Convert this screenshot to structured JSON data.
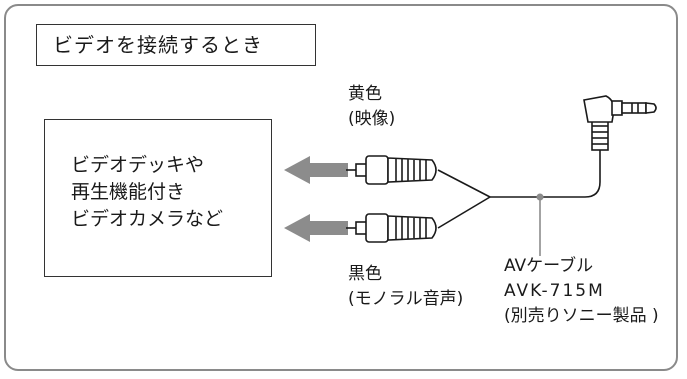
{
  "title": "ビデオを接続するとき",
  "device": {
    "lines": [
      "ビデオデッキや",
      "再生機能付き",
      "ビデオカメラなど"
    ]
  },
  "plugs": {
    "top": {
      "label": [
        "黄色",
        "(映像)"
      ]
    },
    "bottom": {
      "label": [
        "黒色",
        "(モノラル音声)"
      ]
    }
  },
  "cable": {
    "lines": [
      "AVケーブル",
      "AVK-715M",
      "(別売りソニー製品 )"
    ]
  },
  "colors": {
    "frame": "#8a8a8a",
    "arrow": "#8c8c8c",
    "line": "#1a1a1a"
  }
}
